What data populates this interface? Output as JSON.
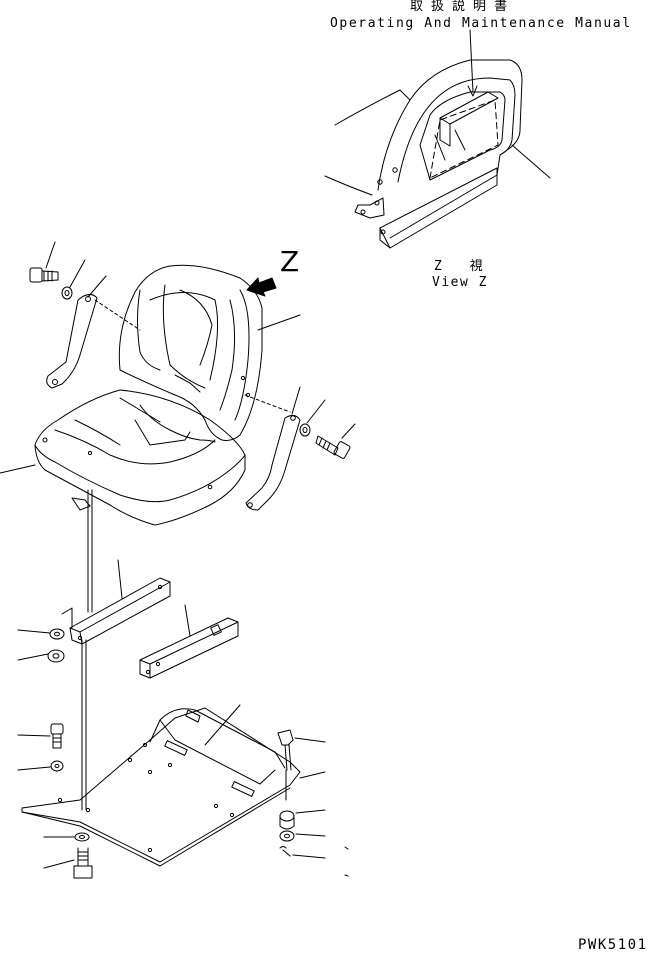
{
  "labels": {
    "manual_jp": "取扱説明書",
    "manual_en": "Operating And Maintenance Manual",
    "view_jp": "Z 視",
    "view_en": "View Z",
    "view_letter": "Z",
    "drawing_code": "PWK5101"
  }
}
